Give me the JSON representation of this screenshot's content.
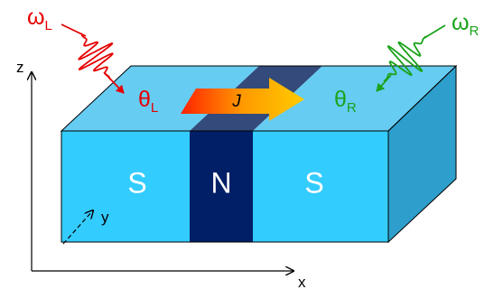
{
  "colors": {
    "superconductor_front": "#33ccff",
    "superconductor_top": "#66ccf2",
    "superconductor_side": "#2e9fcc",
    "normal_front": "#001f66",
    "normal_top": "#334a7a",
    "outline": "#000000",
    "left_wave": "#e60000",
    "right_wave": "#1aa31a",
    "current_arrow_start": "#ff2200",
    "current_arrow_end": "#ffcc00"
  },
  "regions": {
    "left_label": "S",
    "middle_label": "N",
    "right_label": "S"
  },
  "current": {
    "label": "J"
  },
  "left_input": {
    "frequency_symbol": "ω",
    "frequency_subscript": "L",
    "angle_symbol": "θ",
    "angle_subscript": "L"
  },
  "right_input": {
    "frequency_symbol": "ω",
    "frequency_subscript": "R",
    "angle_symbol": "θ",
    "angle_subscript": "R"
  },
  "axes": {
    "x": "x",
    "y": "y",
    "z": "z"
  }
}
